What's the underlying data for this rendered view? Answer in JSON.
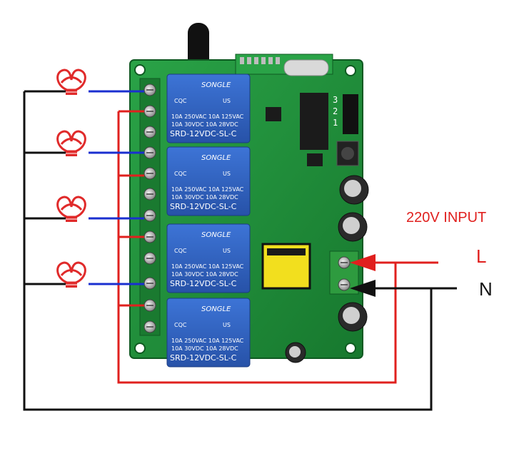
{
  "relay": {
    "brand": "SONGLE",
    "cert_left": "CQC",
    "cert_right": "US",
    "rating_line1": "10A 250VAC  10A 125VAC",
    "rating_line2": "10A  30VDC  10A  28VDC",
    "model": "SRD-12VDC-SL-C"
  },
  "board": {
    "jumper_labels": [
      "3",
      "2",
      "1"
    ]
  },
  "labels": {
    "input": "220V INPUT",
    "live": "L",
    "neutral": "N"
  },
  "colors": {
    "board": "#1f8a3a",
    "relay": "#2f5fbf",
    "live_wire": "#e0201e",
    "load_wire": "#1a2fd0",
    "neutral_wire": "#111111",
    "bulb": "#e02a2a"
  }
}
